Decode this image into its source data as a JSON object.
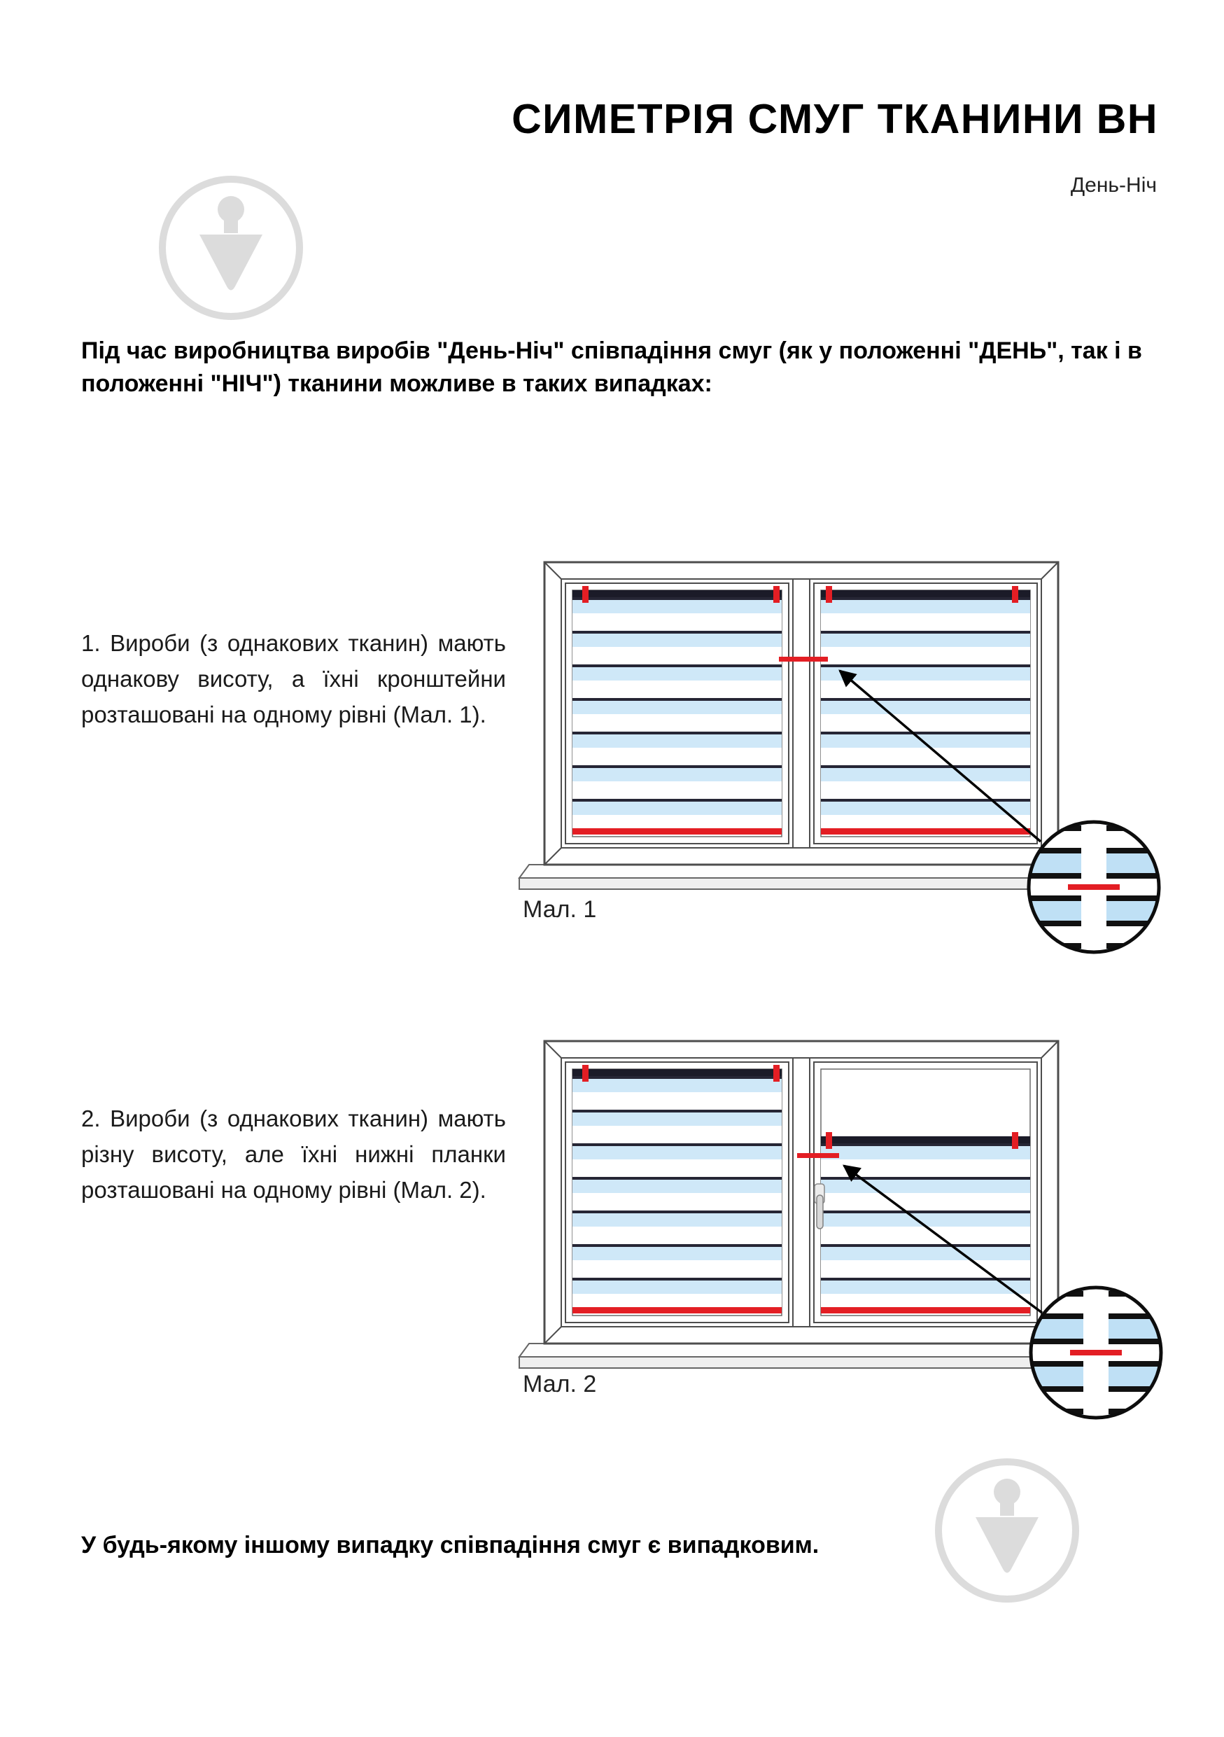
{
  "header": {
    "title": "СИМЕТРІЯ СМУГ ТКАНИНИ ВН",
    "subtitle": "День-Ніч"
  },
  "intro": "Під час виробництва виробів \"День-Ніч\" співпадіння смуг (як у положенні \"ДЕНЬ\", так і в положенні \"НІЧ\") тканини можливе в таких випадках:",
  "figures": [
    {
      "text": "1. Вироби (з однакових тканин) мають однакову висоту, а їхні кронштейни розташовані на одному рівні (Мал. 1).",
      "caption": "Мал. 1"
    },
    {
      "text": "2. Вироби (з однакових тканин) мають різну висоту, але їхні нижні планки розташовані на одному рівні (Мал. 2).",
      "caption": "Мал. 2"
    }
  ],
  "footer": "У будь-якому іншому випадку співпадіння смуг є випадковим.",
  "colors": {
    "accent_red": "#e31e24",
    "stripe_blue": "#cfe8f8",
    "cassette_dark": "#1b1b28",
    "frame_gray": "#4d4d4d",
    "watermark_gray": "#dcdcdc"
  }
}
